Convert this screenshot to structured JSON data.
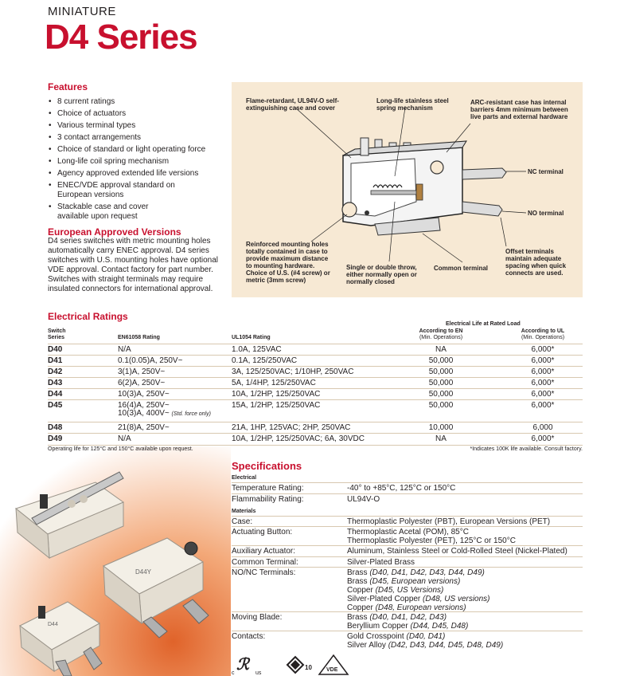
{
  "header": {
    "eyebrow": "MINIATURE",
    "title": "D4 Series"
  },
  "features": {
    "heading": "Features",
    "items": [
      "8 current ratings",
      "Choice of actuators",
      "Various terminal types",
      "3 contact arrangements",
      "Choice of standard or light operating force",
      "Long-life coil spring mechanism",
      "Agency approved extended life versions",
      "ENEC/VDE approval standard on European versions",
      "Stackable case and cover available upon request"
    ]
  },
  "european": {
    "heading": "European Approved Versions",
    "body": "D4 series switches with metric mounting holes automatically carry ENEC approval. D4 series switches with U.S. mounting holes have optional VDE approval. Contact factory for part number. Switches with straight terminals may require insulated connectors for international approval."
  },
  "diagram": {
    "callouts": {
      "flame": "Flame-retardant, UL94V-O self-extinguishing case and cover",
      "spring": "Long-life stainless steel spring mechanism",
      "arc": "ARC-resistant case has internal barriers 4mm minimum between live parts and external hardware",
      "nc": "NC terminal",
      "no": "NO terminal",
      "reinforced": "Reinforced mounting holes totally contained in case to provide maximum distance to mounting hardware. Choice of U.S. (#4 screw) or metric (3mm screw)",
      "throw": "Single or double throw, either normally open or normally closed",
      "common": "Common terminal",
      "offset": "Offset terminals maintain adequate spacing when quick connects are used."
    }
  },
  "electrical": {
    "heading": "Electrical Ratings",
    "group_header": "Electrical Life at Rated Load",
    "columns": {
      "series": "Switch Series",
      "en": "EN61058 Rating",
      "ul": "UL1054 Rating",
      "life_en": "According to EN",
      "life_en_sub": "(Min. Operations)",
      "life_ul": "According to UL",
      "life_ul_sub": "(Min. Operations)"
    },
    "rows": [
      {
        "series": "D40",
        "en": "N/A",
        "ul": "1.0A, 125VAC",
        "life_en": "NA",
        "life_ul": "6,000*"
      },
      {
        "series": "D41",
        "en": "0.1(0.05)A, 250V~",
        "ul": "0.1A, 125/250VAC",
        "life_en": "50,000",
        "life_ul": "6,000*"
      },
      {
        "series": "D42",
        "en": "3(1)A, 250V~",
        "ul": "3A, 125/250VAC; 1/10HP, 250VAC",
        "life_en": "50,000",
        "life_ul": "6,000*"
      },
      {
        "series": "D43",
        "en": "6(2)A, 250V~",
        "ul": "5A, 1/4HP, 125/250VAC",
        "life_en": "50,000",
        "life_ul": "6,000*"
      },
      {
        "series": "D44",
        "en": "10(3)A, 250V~",
        "ul": "10A, 1/2HP, 125/250VAC",
        "life_en": "50,000",
        "life_ul": "6,000*"
      },
      {
        "series": "D45",
        "en": "16(4)A, 250V~",
        "en2": "10(3)A, 400V~",
        "en2_note": "(Std. force only)",
        "ul": "15A, 1/2HP, 125/250VAC",
        "life_en": "50,000",
        "life_ul": "6,000*"
      },
      {
        "series": "D48",
        "en": "21(8)A, 250V~",
        "ul": "21A, 1HP, 125VAC; 2HP, 250VAC",
        "life_en": "10,000",
        "life_ul": "6,000"
      },
      {
        "series": "D49",
        "en": "N/A",
        "ul": "10A, 1/2HP, 125/250VAC; 6A, 30VDC",
        "life_en": "NA",
        "life_ul": "6,000*"
      }
    ],
    "note_left": "Operating life for 125°C and 150°C available upon request.",
    "note_right": "*Indicates 100K life available. Consult factory."
  },
  "specs": {
    "heading": "Specifications",
    "electrical_label": "Electrical",
    "materials_label": "Materials",
    "temp": {
      "k": "Temperature Rating:",
      "v": "-40° to +85°C, 125°C or 150°C"
    },
    "flam": {
      "k": "Flammability Rating:",
      "v": "UL94V-O"
    },
    "case": {
      "k": "Case:",
      "v": "Thermoplastic Polyester (PBT), European Versions (PET)"
    },
    "button": {
      "k": "Actuating Button:",
      "v1": "Thermoplastic Acetal (POM), 85°C",
      "v2": "Thermoplastic Polyester (PET), 125°C or 150°C"
    },
    "aux": {
      "k": "Auxiliary Actuator:",
      "v": "Aluminum, Stainless Steel or Cold-Rolled Steel (Nickel-Plated)"
    },
    "common": {
      "k": "Common Terminal:",
      "v": "Silver-Plated Brass"
    },
    "nonc": {
      "k": "NO/NC Terminals:",
      "l1a": "Brass ",
      "l1b": "(D40, D41, D42, D43, D44, D49)",
      "l2a": "Brass ",
      "l2b": "(D45, European versions)",
      "l3a": "Copper ",
      "l3b": "(D45, US Versions)",
      "l4a": "Silver-Plated Copper ",
      "l4b": "(D48, US versions)",
      "l5a": "Copper ",
      "l5b": "(D48, European versions)"
    },
    "blade": {
      "k": "Moving Blade:",
      "l1a": "Brass ",
      "l1b": "(D40, D41, D42, D43)",
      "l2a": "Beryllium Copper ",
      "l2b": "(D44, D45, D48)"
    },
    "contacts": {
      "k": "Contacts:",
      "l1a": "Gold Crosspoint ",
      "l1b": "(D40, D41)",
      "l2a": "Silver Alloy ",
      "l2b": "(D42, D43, D44, D45, D48, D49)"
    }
  },
  "photo": {
    "label1": "D44Y",
    "label2": "D44"
  },
  "certs": {
    "ul_c": "c",
    "ul_us": "us",
    "enec": "10",
    "vde": "VDE"
  }
}
